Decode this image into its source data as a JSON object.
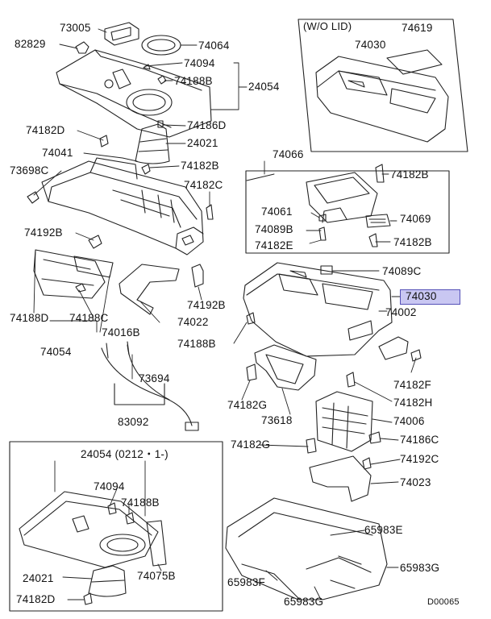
{
  "diagram": {
    "inset_top_header": "(W/O LID)",
    "inset_bottom_header": "24054 (0212・1-)",
    "drawing_code": "D00065",
    "highlight_part": "74030",
    "colors": {
      "line": "#222222",
      "highlight_fill": "#c9c7f2",
      "highlight_border": "#5551b8"
    }
  },
  "labels": {
    "p73005": "73005",
    "p82829": "82829",
    "p74064": "74064",
    "p74094a": "74094",
    "p74188Ba": "74188B",
    "p24054a": "24054",
    "p74182Da": "74182D",
    "p74186D": "74186D",
    "p24021a": "24021",
    "p74041": "74041",
    "p73698C": "73698C",
    "p74182Ba": "74182B",
    "p74182C": "74182C",
    "p74192B": "74192B",
    "p74188D": "74188D",
    "p74188C": "74188C",
    "p74016B": "74016B",
    "p74054": "74054",
    "p74192Bb": "74192B",
    "p74022": "74022",
    "p74188Bb": "74188B",
    "p73694": "73694",
    "p83092": "83092",
    "p74619": "74619",
    "p74030a": "74030",
    "p74066": "74066",
    "p74182Bb": "74182B",
    "p74061": "74061",
    "p74069": "74069",
    "p74089B": "74089B",
    "p74182E": "74182E",
    "p74182Bc": "74182B",
    "p74089C": "74089C",
    "p74030b": "74030",
    "p74002": "74002",
    "p74182F": "74182F",
    "p74182Ga": "74182G",
    "p74182H": "74182H",
    "p73618": "73618",
    "p74006": "74006",
    "p74182Gb": "74182G",
    "p74186C": "74186C",
    "p74192C": "74192C",
    "p74023": "74023",
    "p74094b": "74094",
    "p74188Bc": "74188B",
    "p24021b": "24021",
    "p74075B": "74075B",
    "p74182Db": "74182D",
    "p65983E": "65983E",
    "p65983G": "65983G",
    "p65983F": "65983F",
    "p65983Gb": "65983G"
  }
}
